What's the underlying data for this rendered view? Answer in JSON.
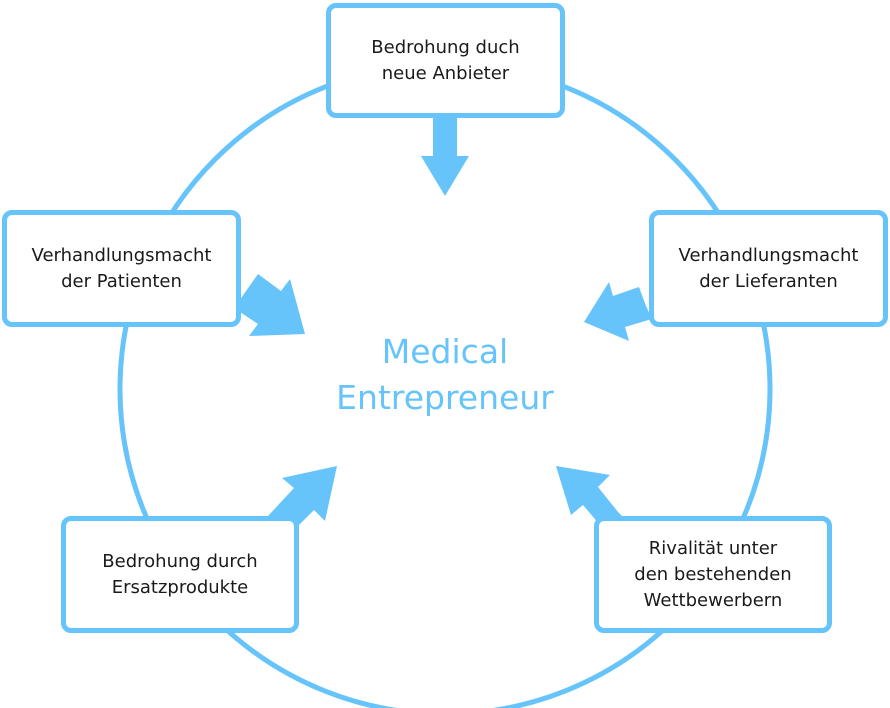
{
  "diagram": {
    "center_title": "Medical\nEntrepreneur",
    "forces": {
      "top": "Bedrohung duch\nneue Anbieter",
      "left": "Verhandlungsmacht\nder Patienten",
      "right": "Verhandlungsmacht\nder Lieferanten",
      "bottom_left": "Bedrohung durch\nErsatzprodukte",
      "bottom_right": "Rivalität unter\nden bestehenden\nWettbewerbern"
    }
  },
  "colors": {
    "accent": "#66c4fb",
    "text": "#1a1a1a",
    "background": "#ffffff"
  }
}
